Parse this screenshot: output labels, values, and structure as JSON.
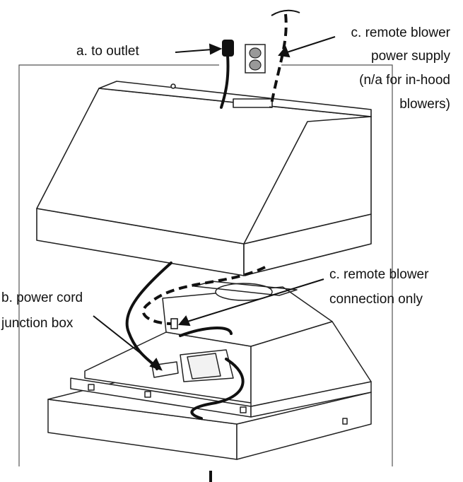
{
  "labels": {
    "outlet": "a.  to outlet",
    "remote_supply_line1": "c.  remote blower",
    "remote_supply_line2": "power supply",
    "remote_supply_line3": "(n/a for in-hood",
    "remote_supply_line4": "blowers)",
    "remote_conn_line1": "c.  remote blower",
    "remote_conn_line2": "connection only",
    "junction_line1": "b.  power cord",
    "junction_line2": "junction box"
  }
}
